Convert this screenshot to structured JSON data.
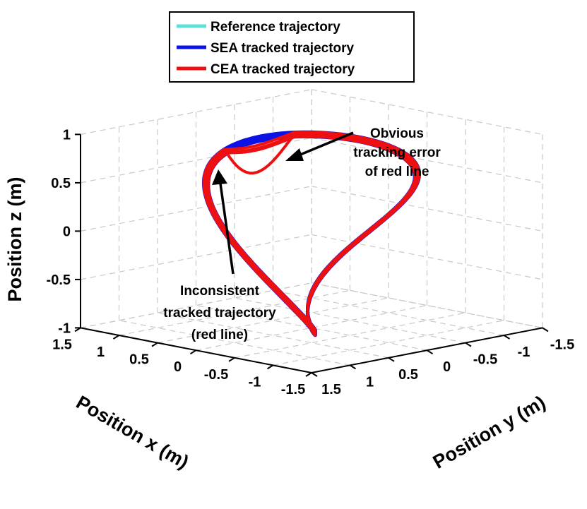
{
  "chart_data": {
    "type": "line",
    "dimensions": 3,
    "title": "",
    "xlabel": "Position x (m)",
    "ylabel": "Position y (m)",
    "zlabel": "Position z (m)",
    "xlim": [
      -1.5,
      1.5
    ],
    "ylim": [
      -1.5,
      1.5
    ],
    "zlim": [
      -1,
      1
    ],
    "x_ticks": [
      "1.5",
      "1",
      "0.5",
      "0",
      "-0.5",
      "-1",
      "-1.5"
    ],
    "y_ticks": [
      "1.5",
      "1",
      "0.5",
      "0",
      "-0.5",
      "-1",
      "-1.5"
    ],
    "z_ticks": [
      "1",
      "0.5",
      "0",
      "-0.5",
      "-1"
    ],
    "grid": true,
    "legend_position": "top-center",
    "series": [
      {
        "name": "Reference trajectory",
        "color": "#5fe0d8",
        "shape": "figure-eight (lemniscate)",
        "x_range": [
          -1,
          1
        ],
        "y_range": [
          -1,
          1
        ],
        "z_range": [
          -1,
          1
        ]
      },
      {
        "name": "SEA tracked trajectory",
        "color": "#0a12e6",
        "shape": "figure-eight, several laps close to reference",
        "x_range": [
          -1.05,
          1.05
        ],
        "y_range": [
          -1.05,
          1.05
        ],
        "z_range": [
          -1.05,
          1.0
        ]
      },
      {
        "name": "CEA tracked trajectory",
        "color": "#ee1010",
        "shape": "figure-eight, several laps with visible deviation near top",
        "x_range": [
          -1.1,
          1.1
        ],
        "y_range": [
          -1.1,
          1.1
        ],
        "z_range": [
          -1.0,
          1.05
        ]
      }
    ],
    "annotations": [
      {
        "lines": [
          "Obvious",
          "tracking error",
          "of red line"
        ]
      },
      {
        "lines": [
          "Inconsistent",
          "tracked trajectory",
          "(red line)"
        ]
      }
    ]
  }
}
